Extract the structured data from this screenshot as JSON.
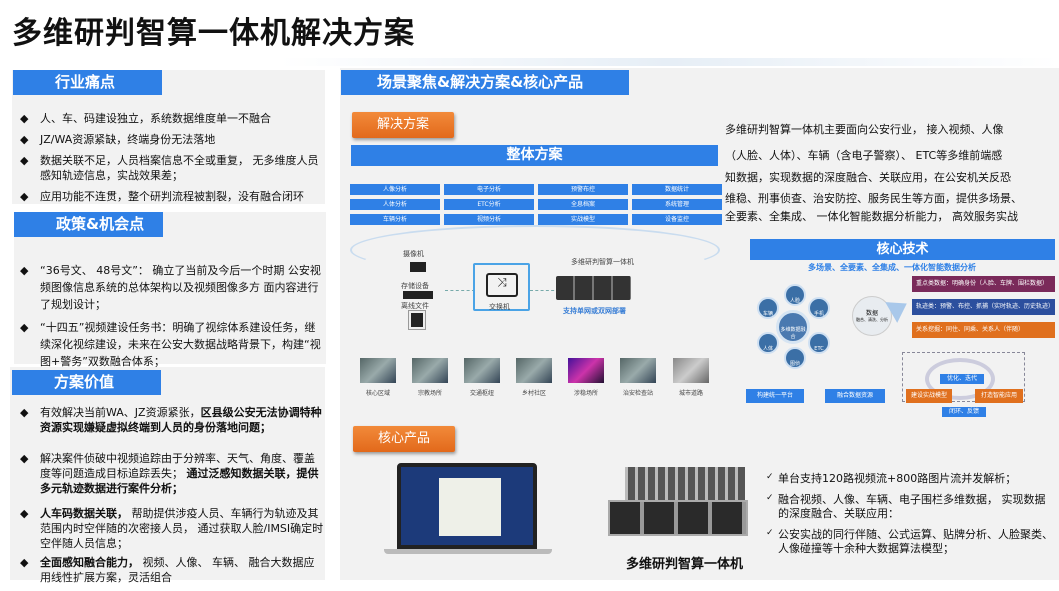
{
  "title": "多维研判智算一体机解决方案",
  "pain": {
    "header": "行业痛点",
    "items": [
      "人、车、码建设独立，系统数据维度单一不融合",
      "JZ/WA资源紧缺，终端身份无法落地",
      "数据关联不足，人员档案信息不全或重复， 无多维度人员感知轨迹信息，实战效果差；",
      "应用功能不连贯，整个研判流程被割裂，没有融合闭环"
    ]
  },
  "policy": {
    "header": "政策&机会点",
    "items": [
      "“36号文、 48号文”： 确立了当前及今后一个时期 公安视频图像信息系统的总体架构以及视频图像多方 面内容进行了规划设计；",
      "“十四五”视频建设任务书：明确了视综体系建设任务，继续深化视综建设，未来在公安大数据战略背景下，构建“视图+警务”双数融合体系；"
    ]
  },
  "value": {
    "header": "方案价值",
    "items": [
      {
        "plain": "有效解决当前WA、JZ资源紧张，",
        "bold": "区县级公安无法协调特种资源实现嫌疑虚拟终端到人员的身份落地问题；"
      },
      {
        "plain": "解决案件侦破中视频追踪由于分辨率、天气、角度、覆盖度等问题造成目标追踪丢失； ",
        "bold": "通过泛感知数据关联，提供多元轨迹数据进行案件分析；"
      },
      {
        "bold": "人车码数据关联，",
        "plain": " 帮助提供涉疫人员、车辆行为轨迹及其范围内时空伴随的次密接人员， 通过获取人脸/IMSI确定时空伴随人员信息；"
      },
      {
        "bold": "全面感知融合能力，",
        "plain": " 视频、人像、 车辆、 融合大数据应用线性扩展方案，灵活组合"
      }
    ]
  },
  "scene": {
    "header": "场景聚焦&解决方案&核心产品",
    "solution_btn": "解决方案",
    "overall": "整体方案",
    "grid": [
      "人像分析",
      "电子分析",
      "预警布控",
      "数据统计",
      "人体分析",
      "ETC分析",
      "全息档案",
      "系统管理",
      "车辆分析",
      "视频分析",
      "实战模型",
      "设备监控"
    ],
    "devices": [
      "摄像机",
      "存储设备",
      "离线文件"
    ],
    "switch": "交换机",
    "appliance": "多维研判智算一体机",
    "deploy": "支持单网或双网部署",
    "scenes": [
      "核心区域",
      "宗教场所",
      "交通枢纽",
      "乡村社区",
      "涉稳场所",
      "治安检查站",
      "城市道路"
    ],
    "product_btn": "核心产品",
    "product_name": "多维研判智算一体机"
  },
  "intro": [
    "多维研判智算一体机主要面向公安行业， 接入视频、人像",
    "（人脸、人体）、车辆（含电子警察）、 ETC等多维前端感",
    "知数据，实现数据的深度融合、关联应用，在公安机关反恐",
    "维稳、刑事侦查、治安防控、服务民生等方面，提供多场景、",
    "全要素、全集成、 一体化智能数据分析能力， 高效服务实战"
  ],
  "core": {
    "header": "核心技术",
    "subtitle": "多场景、全要素、全集成、一体化智能数据分析",
    "center": "多维数据融合",
    "nodes": [
      "人脸",
      "手机",
      "ETC",
      "图侦",
      "人体",
      "车辆"
    ],
    "bubble": "数据",
    "bubble_sub": "融合、清洗、分析",
    "bars": [
      {
        "text": "重点类数据：明确身份（人脸、车牌、围栏数据）",
        "color": "#7a2a5a"
      },
      {
        "text": "轨迹类：预警、布控、抓捕（实时轨迹、历史轨迹）",
        "color": "#2c4f9e"
      },
      {
        "text": "关系挖掘：同住、同乘、关系人（伴随）",
        "color": "#e0701e"
      }
    ],
    "flow": [
      "构建统一平台",
      "融合数据资源",
      "建设实战模型",
      "打造智能应用"
    ],
    "loop": [
      "优化、迭代",
      "闭环、反馈"
    ]
  },
  "features": [
    "单台支持120路视频流+800路图片流并发解析；",
    "融合视频、人像、车辆、电子围栏多维数据， 实现数据的深度融合、关联应用：",
    "公安实战的同行伴随、公式运算、贴牌分析、人脸聚类、人像碰撞等十余种大数据算法模型；"
  ]
}
